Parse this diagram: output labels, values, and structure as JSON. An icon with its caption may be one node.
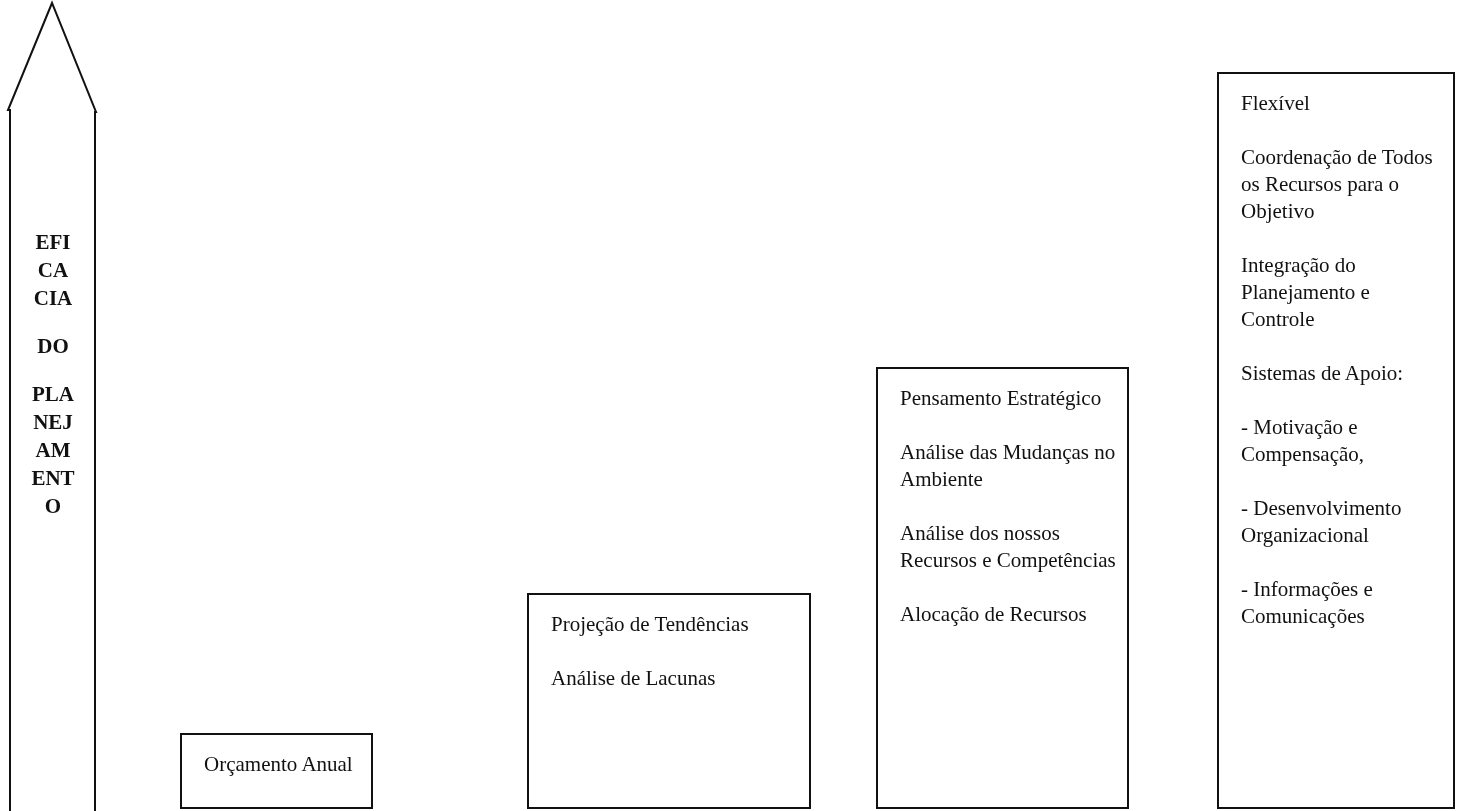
{
  "diagram": {
    "nodes": [
      {
        "text": [
          "EFI CA CIA",
          "DO",
          "PLA NEJ AM ENT O"
        ]
      },
      {
        "text": [
          "Orçamento Anual"
        ]
      },
      {
        "text": [
          "Projeção de Tendências",
          "Análise de Lacunas"
        ]
      },
      {
        "text": [
          "Pensamento Estratégico",
          "Análise das Mudanças no Ambiente",
          "Análise dos nossos Recursos e Competências",
          "Alocação de Recursos"
        ]
      },
      {
        "text": [
          "Flexível",
          "Coordenação de Todos os Recursos para o Objetivo",
          "Integração do Planejamento e Controle",
          "Sistemas de Apoio:",
          "- Motivação e Compensação,",
          "- Desenvolvimento Organizacional",
          "- Informações e Comunicações"
        ]
      }
    ]
  }
}
